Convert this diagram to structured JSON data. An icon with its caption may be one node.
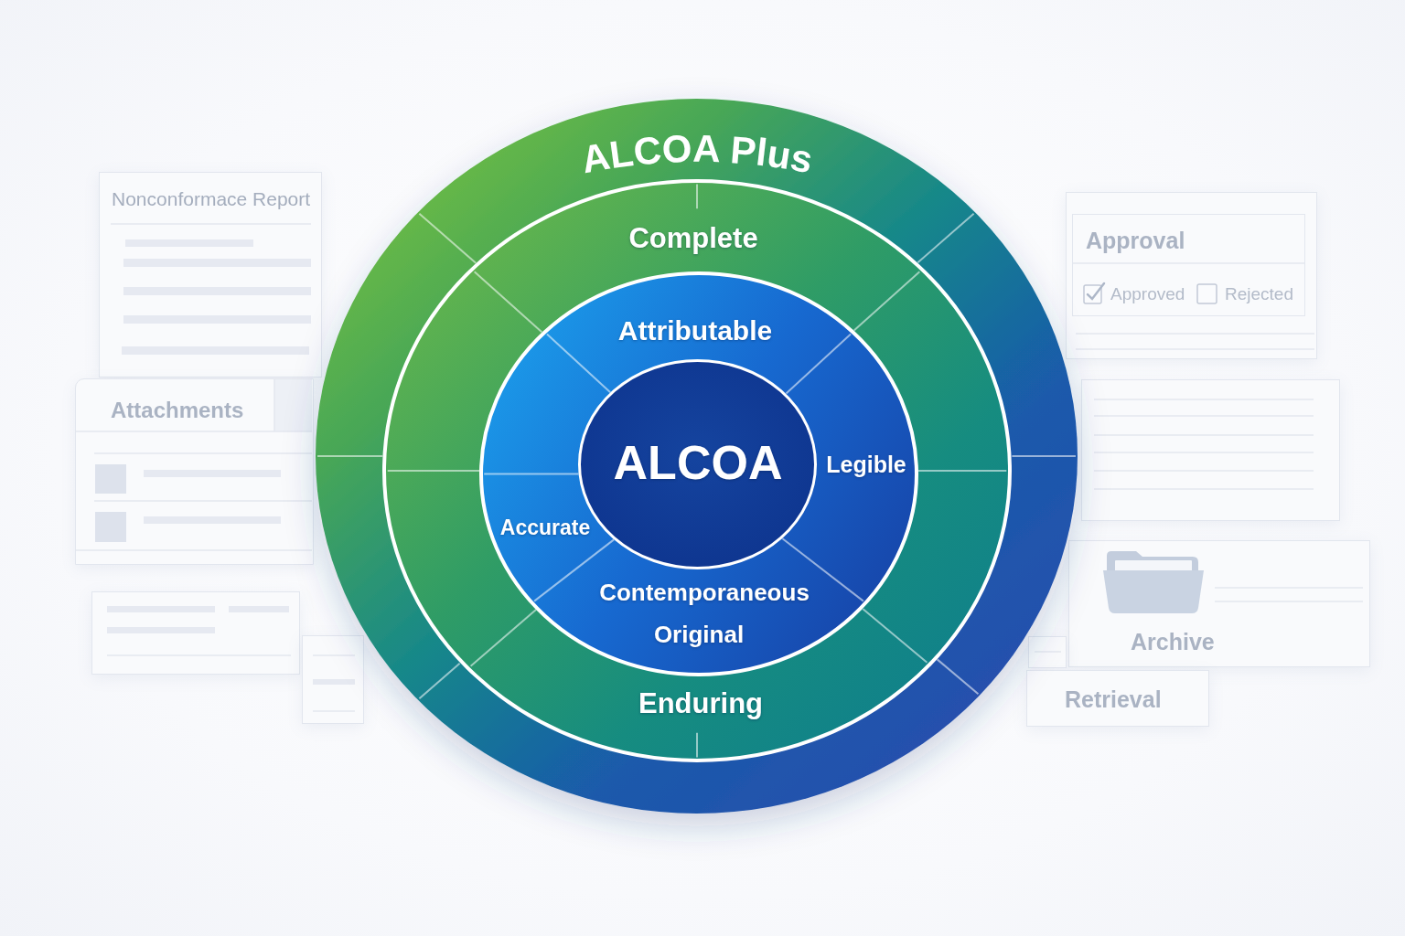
{
  "diagram": {
    "nodes": [
      {
        "text": [
          "ALCOA Plus"
        ]
      },
      {
        "text": [
          "Complete",
          "Enduring"
        ],
        "in": 0
      },
      {
        "text": [
          "Attributable",
          "Legible",
          "Accurate",
          "Contemporaneous",
          "Original"
        ],
        "in": 1
      },
      {
        "text": [
          "ALCOA"
        ],
        "in": 2
      },
      {
        "text": [
          "Nonconformace Report"
        ]
      },
      {
        "text": [
          "Approval",
          "Approved",
          "Rejected"
        ]
      },
      {
        "text": [],
        "shape": "box"
      },
      {
        "text": [
          "Attachments"
        ]
      },
      {
        "text": [
          "Archive"
        ]
      },
      {
        "text": [],
        "shape": "box"
      },
      {
        "text": [],
        "shape": "box"
      },
      {
        "text": [],
        "shape": "box"
      },
      {
        "text": [
          "Retrieval"
        ]
      }
    ]
  }
}
